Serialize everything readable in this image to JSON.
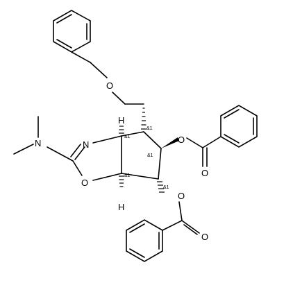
{
  "atoms": {
    "n_oxazoline": "N",
    "o_oxazoline": "O",
    "n_dimethylamino": "N",
    "o_benzyl_ether": "O",
    "o_ester_upper": "O",
    "o_carbonyl_upper": "O",
    "o_ester_lower": "O",
    "o_carbonyl_lower": "O",
    "h_upper": "H",
    "h_lower": "H"
  },
  "stereo_labels": {
    "c3a": "&1",
    "c4": "&1",
    "c5": "&1",
    "c6": "&1",
    "c6a": "&1"
  }
}
